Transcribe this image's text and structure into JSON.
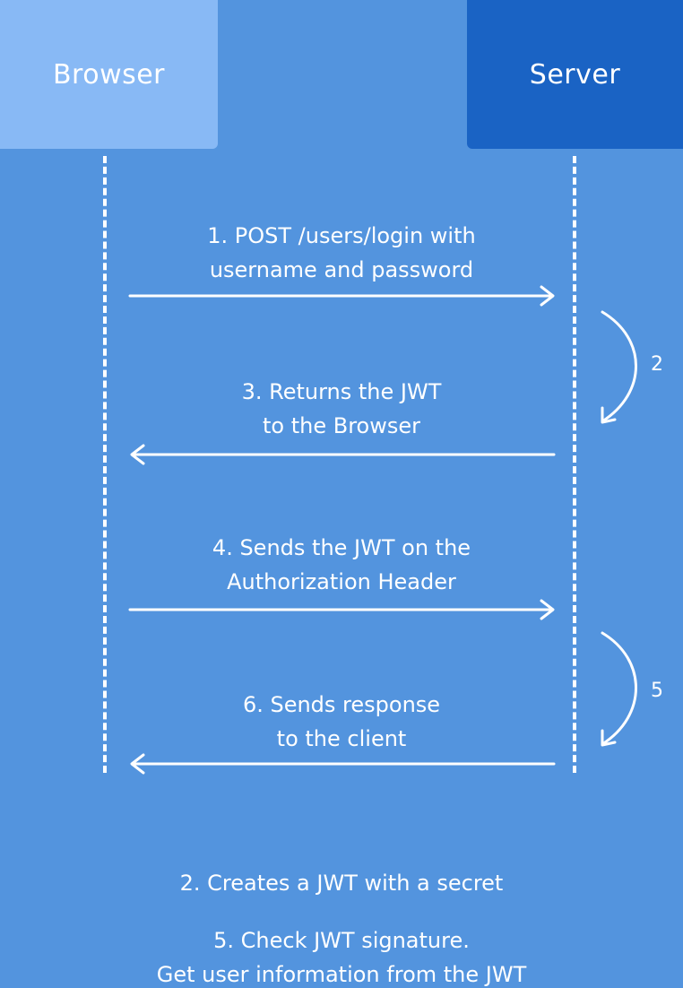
{
  "actors": {
    "browser": "Browser",
    "server": "Server"
  },
  "messages": [
    {
      "line1": "1. POST /users/login with",
      "line2": "username and password"
    },
    {
      "line1": "3. Returns the JWT",
      "line2": "to the Browser"
    },
    {
      "line1": "4. Sends the JWT on the",
      "line2": "Authorization Header"
    },
    {
      "line1": "6. Sends response",
      "line2": "to the client"
    }
  ],
  "self_steps": [
    "2",
    "5"
  ],
  "notes": {
    "step2": "2. Creates a JWT with a secret",
    "step5_line1": "5. Check JWT signature.",
    "step5_line2": "Get user information  from the JWT"
  },
  "colors": {
    "background": "#5394DE",
    "browser_box": "#88B9F5",
    "server_box": "#1A63C4",
    "foreground": "#FFFFFF"
  }
}
